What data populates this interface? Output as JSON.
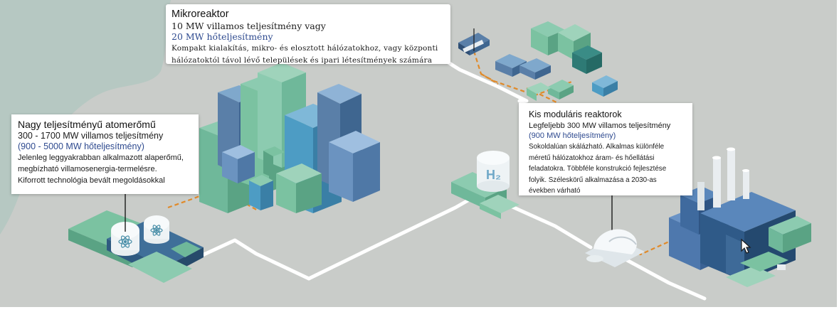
{
  "colors": {
    "background": "#c9ccc9",
    "water": "#b6c8c2",
    "road": "#ffffff",
    "power_line": "#e08a2a",
    "building_blue": "#5a7fa8",
    "building_green": "#6fb89a",
    "accent_text": "#2e4a8f"
  },
  "callouts": {
    "micro": {
      "title": "Mikroreaktor",
      "line1": "10 MW villamos teljesítmény vagy",
      "line2": "20 MW hőteljesítmény",
      "desc1": "Kompakt kialakítás, mikro- és elosztott hálózatokhoz, vagy központi",
      "desc2": "hálózatoktól távol lévő települések és ipari létesítmények számára"
    },
    "large": {
      "title": "Nagy teljesítményű atomerőmű",
      "line1": "300 - 1700 MW villamos teljesítmény",
      "line2": "(900 - 5000 MW hőteljesítmény)",
      "desc1": "Jelenleg leggyakrabban alkalmazott alaperőmű,",
      "desc2": "megbízható villamosenergia-termelésre.",
      "desc3": "Kiforrott technológia bevált megoldásokkal"
    },
    "smr": {
      "title": "Kis moduláris reaktorok",
      "line1": "Legfeljebb 300 MW villamos teljesítmény",
      "line2": "(900 MW hőteljesítmény)",
      "desc1": "Sokoldalúan skálázható. Alkalmas különféle",
      "desc2": "méretű hálózatokhoz áram- és hőellátási",
      "desc3": "feladatokra. Többféle konstrukció fejlesztése",
      "desc4": "folyik. Széleskörű alkalmazása a 2030-as",
      "desc5": "években várható"
    }
  },
  "hydrogen_label": "H₂",
  "icons": {
    "atom": "atom-icon",
    "cursor": "mouse-cursor-icon"
  }
}
